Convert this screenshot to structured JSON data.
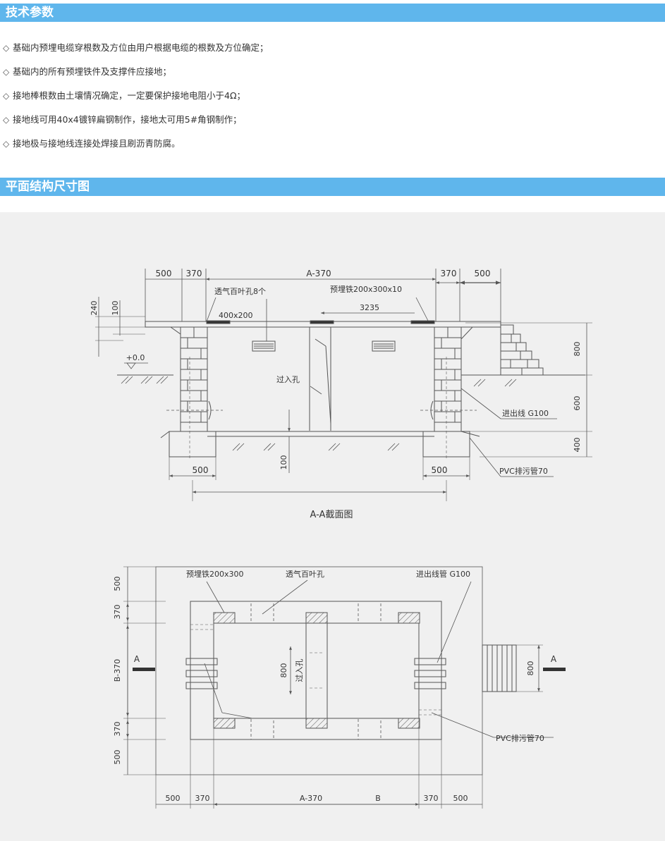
{
  "sections": {
    "tech_params_title": "技术参数",
    "plan_title": "平面结构尺寸图"
  },
  "params": [
    "基础内预埋电缆穿根数及方位由用户根据电缆的根数及方位确定；",
    "基础内的所有预埋铁件及支撑件应接地；",
    "接地棒根数由土壤情况确定，一定要保护接地电阻小于4Ω；",
    "接地线可用40x4镀锌扁钢制作，接地太可用5#角钢制作；",
    "接地极与接地线连接处焊接且刷沥青防腐。"
  ],
  "section_view": {
    "caption": "A-A截面图",
    "dims_top": [
      "500",
      "370",
      "A-370",
      "370",
      "500"
    ],
    "dim_3235": "3235",
    "dim_240": "240",
    "dim_100_top": "100",
    "dim_100_bottom": "100",
    "dim_800": "800",
    "dim_600": "600",
    "dim_400": "400",
    "dim_500_left": "500",
    "dim_500_right": "500",
    "level_mark": "+0.0",
    "label_louver": "透气百叶孔8个",
    "label_iron": "预埋铁200x300x10",
    "label_400x200": "400x200",
    "label_manhole": "过入孔",
    "label_inlet": "进出线 G100",
    "label_drain": "PVC排污管70"
  },
  "plan_view": {
    "label_iron": "预埋铁200x300",
    "label_louver": "透气百叶孔",
    "label_inlet": "进出线管 G100",
    "label_drain": "PVC排污管70",
    "label_manhole": "过入孔",
    "dim_800_inner": "800",
    "dim_800_right": "800",
    "section_mark_left": "A",
    "section_mark_right": "A",
    "dims_left": [
      "500",
      "370",
      "B-370",
      "370",
      "500"
    ],
    "dims_bottom": [
      "500",
      "370",
      "A-370",
      "B",
      "370",
      "500"
    ]
  },
  "colors": {
    "header_bg": "#5fb6ec",
    "drawing_bg": "#f0f0f0",
    "line": "#555555"
  }
}
